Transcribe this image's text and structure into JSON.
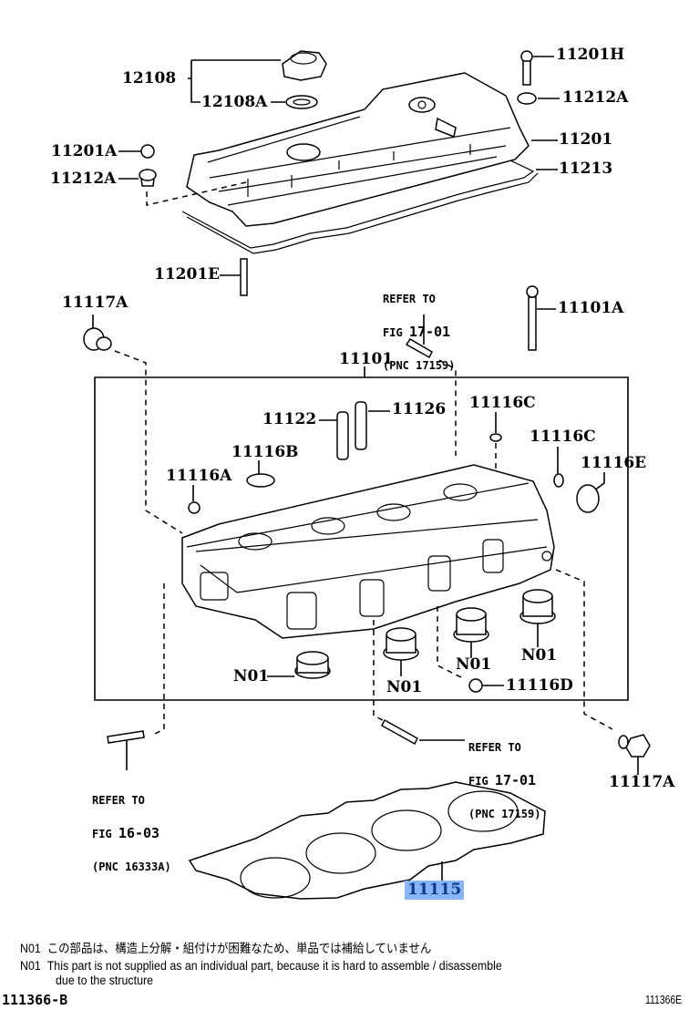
{
  "diagram": {
    "title_code": "111366-B",
    "image_code": "111366E",
    "highlight_color": "#8ab4f8",
    "highlighted_part": "11115",
    "assembly_box_label": "11101",
    "part_labels": {
      "p12108": "12108",
      "p12108A": "12108A",
      "p11201A": "11201A",
      "p11212A_left": "11212A",
      "p11201H": "11201H",
      "p11212A_right": "11212A",
      "p11201": "11201",
      "p11213": "11213",
      "p11201E": "11201E",
      "p11117A_top": "11117A",
      "p11101A": "11101A",
      "p11101": "11101",
      "p11122": "11122",
      "p11126": "11126",
      "p11116C_1": "11116C",
      "p11116C_2": "11116C",
      "p11116B": "11116B",
      "p11116A": "11116A",
      "p11116E": "11116E",
      "pN01_1": "N01",
      "pN01_2": "N01",
      "pN01_3": "N01",
      "pN01_4": "N01",
      "p11116D": "11116D",
      "p11117A_bottom": "11117A",
      "p11115": "11115"
    },
    "references": [
      {
        "line1": "REFER TO",
        "line2_prefix": "FIG",
        "line2_fig": "17-01",
        "line3": "(PNC 17159)"
      },
      {
        "line1": "REFER TO",
        "line2_prefix": "FIG",
        "line2_fig": "17-01",
        "line3": "(PNC 17159)"
      },
      {
        "line1": "REFER TO",
        "line2_prefix": "FIG",
        "line2_fig": "16-03",
        "line3": "(PNC 16333A)"
      }
    ],
    "notes": [
      {
        "code": "N01",
        "text": "この部品は、構造上分解・組付けが困難なため、単品では補給していません"
      },
      {
        "code": "N01",
        "text": "This part is not supplied as an individual part, because it is hard to assemble / disassemble"
      },
      {
        "code": "",
        "text": "due to the structure"
      }
    ]
  }
}
